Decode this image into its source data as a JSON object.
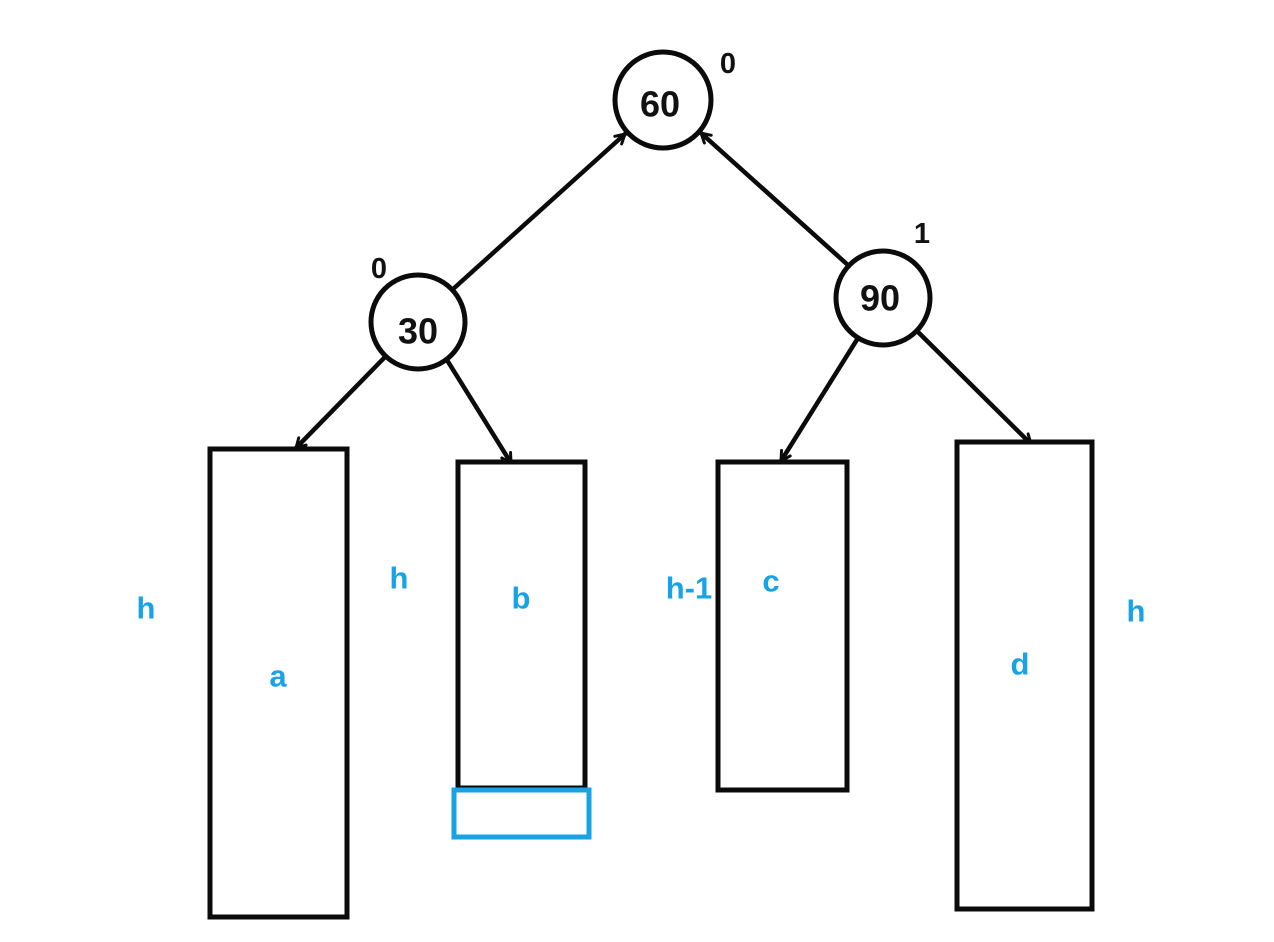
{
  "diagram": {
    "title": "avl-tree-insertion-balance-diagram",
    "line_color": "#0b0b0b",
    "accent_color": "#17a3e6",
    "nodes": {
      "root": {
        "value": "60",
        "balance": "0"
      },
      "left": {
        "value": "30",
        "balance": "0"
      },
      "right": {
        "value": "90",
        "balance": "1"
      }
    },
    "subtrees": {
      "a": {
        "label": "a",
        "height": "h"
      },
      "b": {
        "label": "b",
        "height": "h"
      },
      "c": {
        "label": "c",
        "height": "h-1"
      },
      "d": {
        "label": "d",
        "height": "h"
      }
    }
  }
}
